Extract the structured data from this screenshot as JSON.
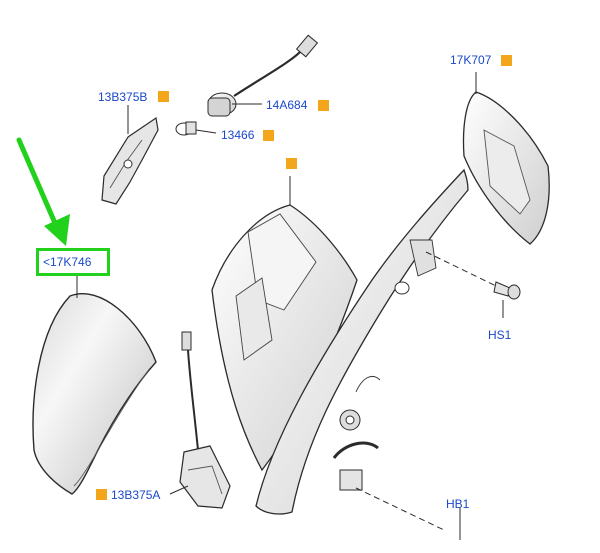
{
  "labels": {
    "l13b375b": "13B375B",
    "l14a684": "14A684",
    "l13466": "13466",
    "l17k707": "17K707",
    "l17k746": "<17K746",
    "lhs1": "HS1",
    "l13b375a": "13B375A",
    "lhb1": "HB1"
  },
  "colors": {
    "label_text": "#1a49c9",
    "marker": "#f3a51c",
    "highlight": "#22d11b",
    "line": "#2b2b2b",
    "part_fill": "#f2f2f2"
  },
  "highlighted_part": "17K746"
}
